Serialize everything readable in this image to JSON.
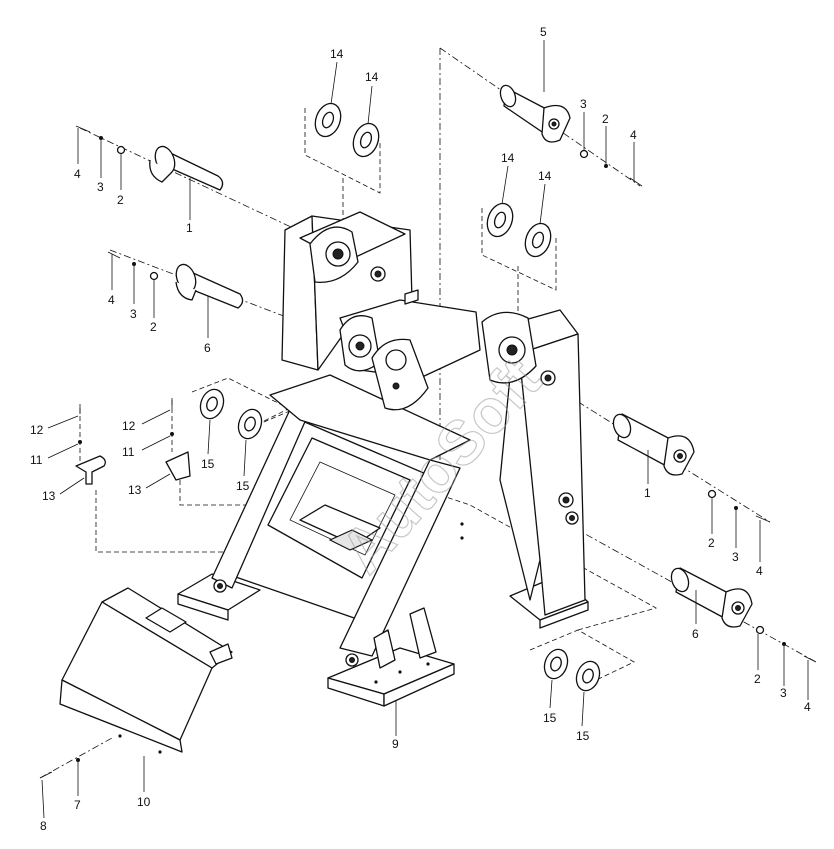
{
  "diagram": {
    "watermark": "AutoSoft",
    "callouts": [
      {
        "id": "c-5",
        "text": "5"
      },
      {
        "id": "c-14a",
        "text": "14"
      },
      {
        "id": "c-14b",
        "text": "14"
      },
      {
        "id": "c-14c",
        "text": "14"
      },
      {
        "id": "c-14d",
        "text": "14"
      },
      {
        "id": "c-4a",
        "text": "4"
      },
      {
        "id": "c-3a",
        "text": "3"
      },
      {
        "id": "c-2a",
        "text": "2"
      },
      {
        "id": "c-1a",
        "text": "1"
      },
      {
        "id": "c-4b",
        "text": "4"
      },
      {
        "id": "c-3b",
        "text": "3"
      },
      {
        "id": "c-2b",
        "text": "2"
      },
      {
        "id": "c-6a",
        "text": "6"
      },
      {
        "id": "c-3c",
        "text": "3"
      },
      {
        "id": "c-2c",
        "text": "2"
      },
      {
        "id": "c-4c",
        "text": "4"
      },
      {
        "id": "c-12a",
        "text": "12"
      },
      {
        "id": "c-11a",
        "text": "11"
      },
      {
        "id": "c-13a",
        "text": "13"
      },
      {
        "id": "c-12b",
        "text": "12"
      },
      {
        "id": "c-11b",
        "text": "11"
      },
      {
        "id": "c-13b",
        "text": "13"
      },
      {
        "id": "c-15a",
        "text": "15"
      },
      {
        "id": "c-15b",
        "text": "15"
      },
      {
        "id": "c-1b",
        "text": "1"
      },
      {
        "id": "c-2d",
        "text": "2"
      },
      {
        "id": "c-3d",
        "text": "3"
      },
      {
        "id": "c-4d",
        "text": "4"
      },
      {
        "id": "c-6b",
        "text": "6"
      },
      {
        "id": "c-2e",
        "text": "2"
      },
      {
        "id": "c-3e",
        "text": "3"
      },
      {
        "id": "c-4e",
        "text": "4"
      },
      {
        "id": "c-15c",
        "text": "15"
      },
      {
        "id": "c-15d",
        "text": "15"
      },
      {
        "id": "c-9",
        "text": "9"
      },
      {
        "id": "c-10",
        "text": "10"
      },
      {
        "id": "c-7",
        "text": "7"
      },
      {
        "id": "c-8",
        "text": "8"
      }
    ]
  }
}
